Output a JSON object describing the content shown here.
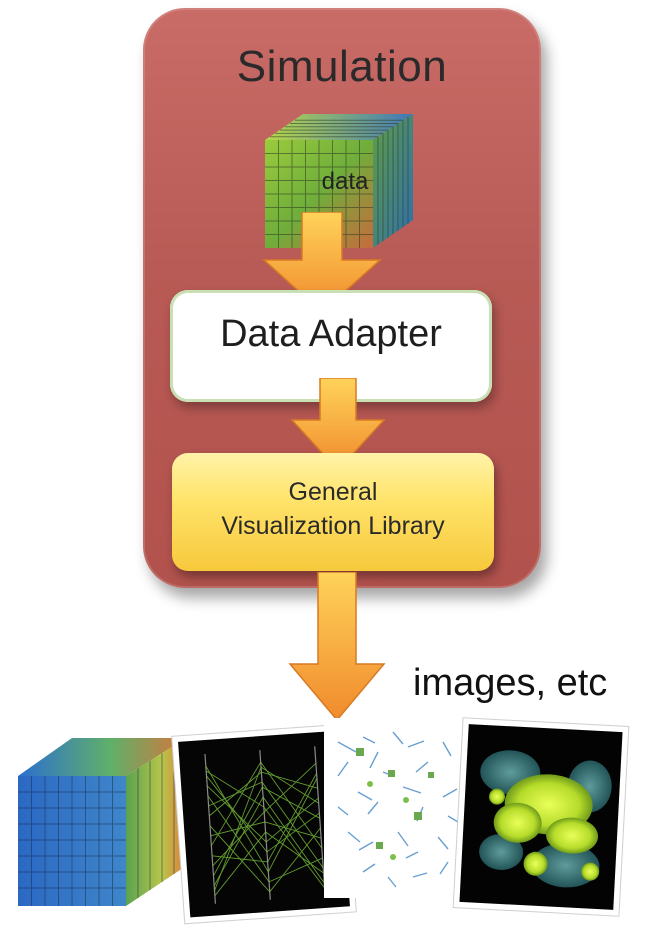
{
  "diagram": {
    "simulation_title": "Simulation",
    "data_label": "data",
    "adapter_label": "Data Adapter",
    "library_line1": "General",
    "library_line2": "Visualization Library",
    "output_label": "images, etc"
  },
  "colors": {
    "simulation_box": "#b85a55",
    "arrow": "#f7a23a",
    "library_box": "#ffe36a",
    "adapter_border": "#c9e0b4"
  },
  "output_images": [
    {
      "name": "volume-cube-render"
    },
    {
      "name": "parallel-coordinates-plot"
    },
    {
      "name": "particle-glyph-render"
    },
    {
      "name": "isosurface-render"
    }
  ]
}
